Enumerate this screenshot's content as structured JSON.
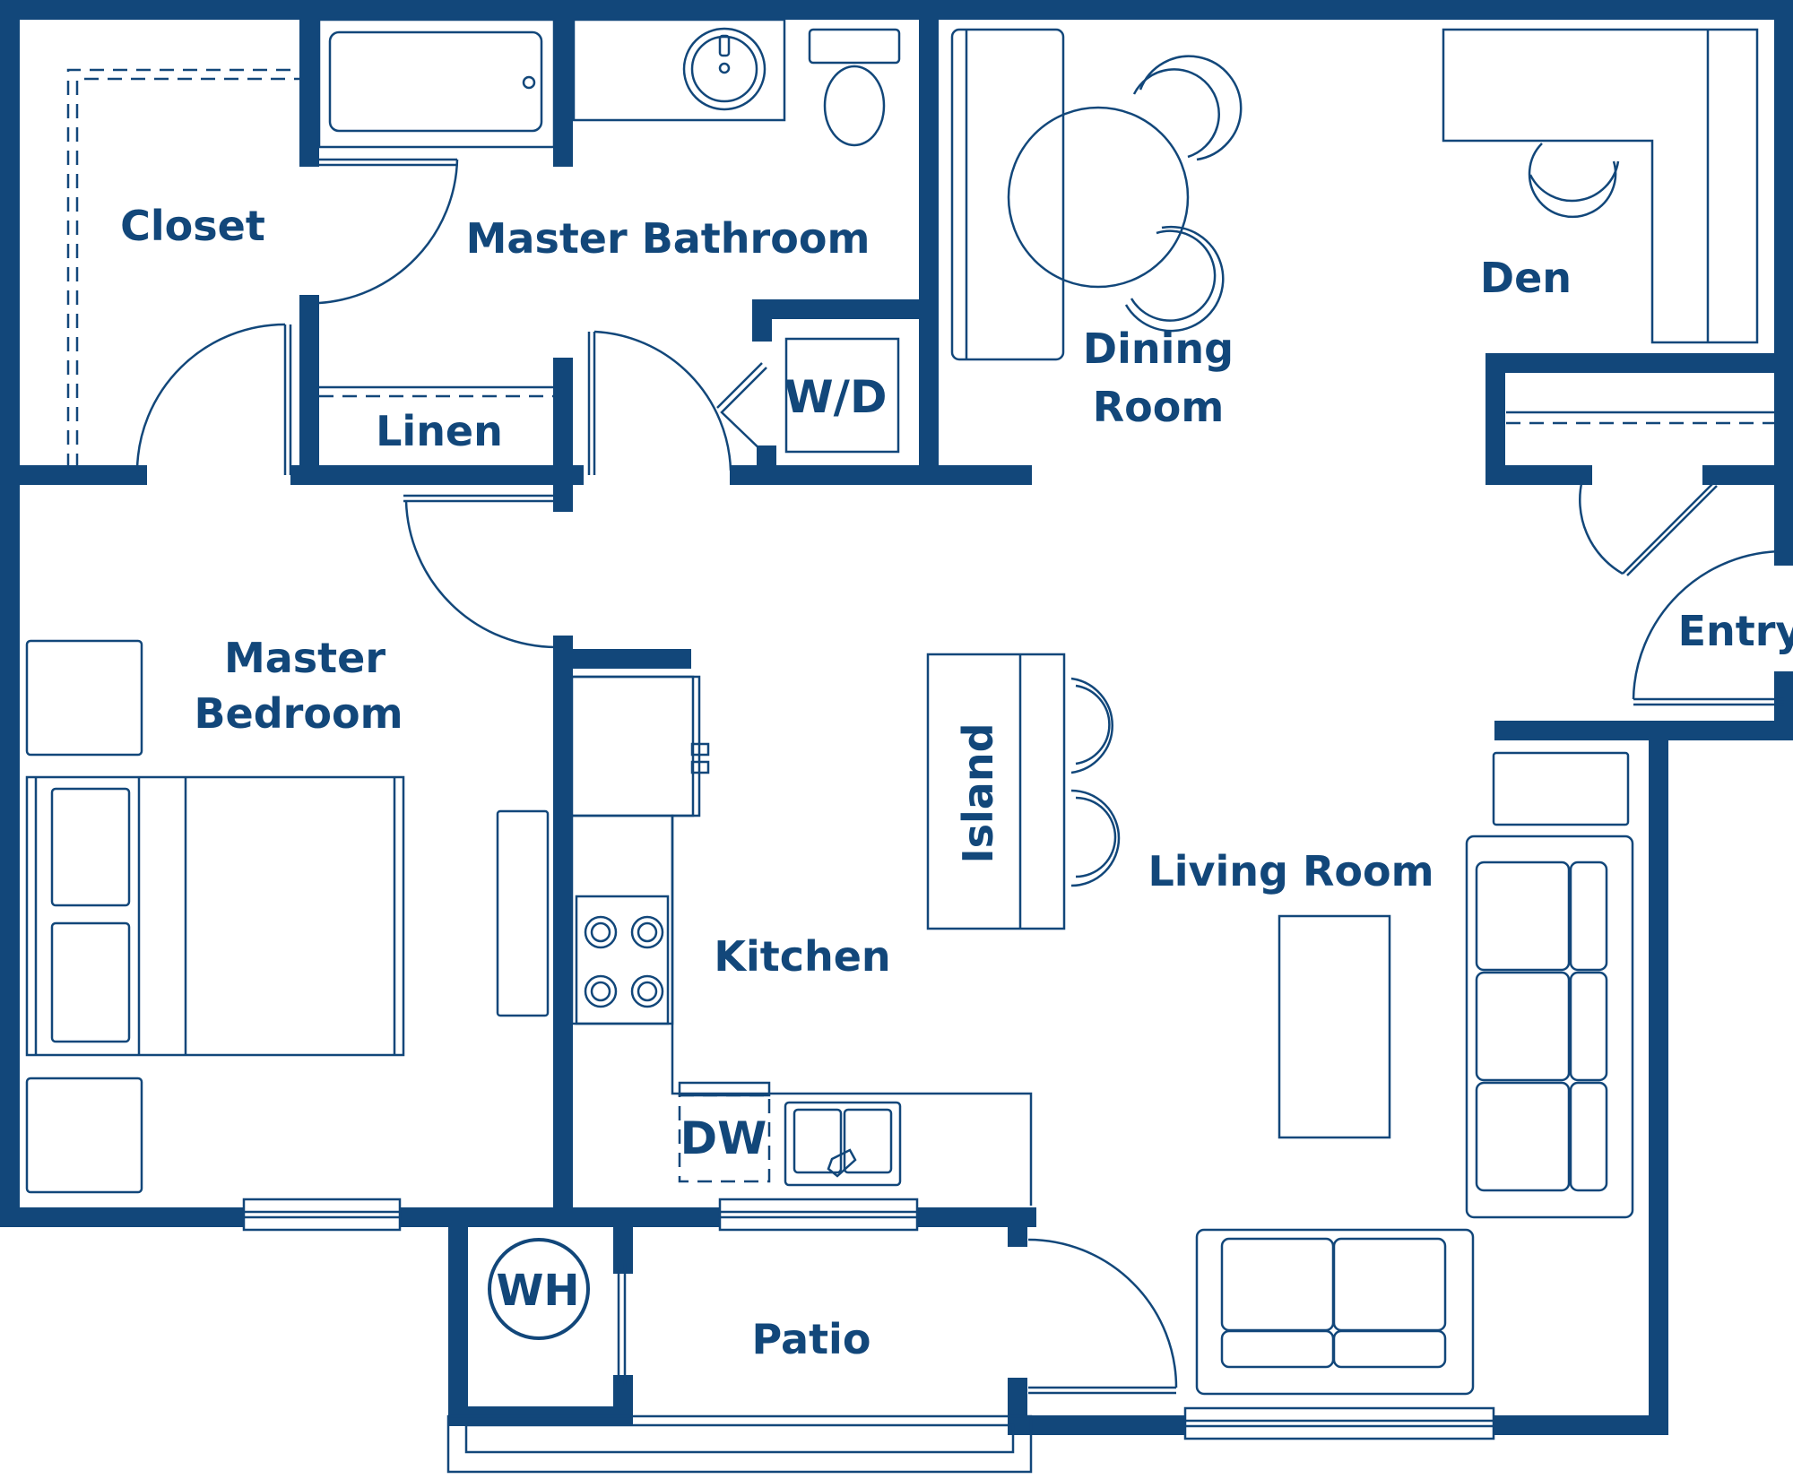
{
  "rooms": {
    "closet": "Closet",
    "master_bathroom": "Master Bathroom",
    "linen": "Linen",
    "washer_dryer": "W/D",
    "dining_line1": "Dining",
    "dining_line2": "Room",
    "den": "Den",
    "entry": "Entry",
    "master_line1": "Master",
    "master_line2": "Bedroom",
    "island": "Island",
    "living_room": "Living Room",
    "kitchen": "Kitchen",
    "dishwasher": "DW",
    "water_heater": "WH",
    "patio": "Patio"
  },
  "colors": {
    "line": "#12477a",
    "background": "#ffffff"
  }
}
